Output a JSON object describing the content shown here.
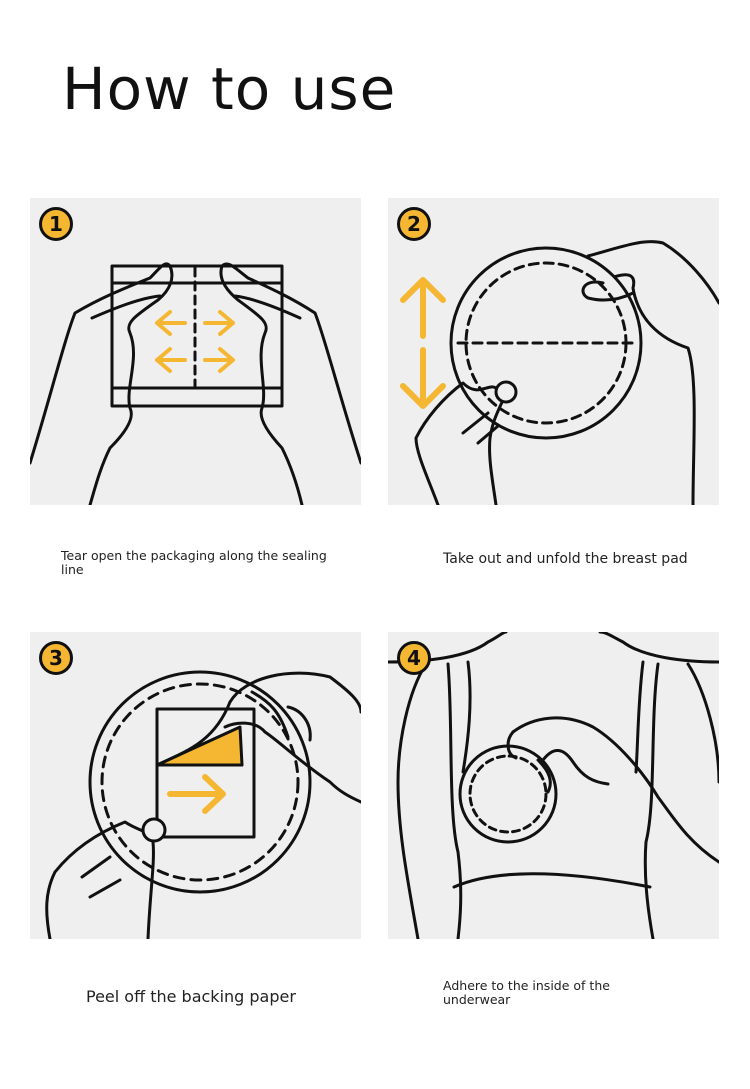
{
  "page": {
    "title": "How to use"
  },
  "colors": {
    "accent": "#f5b731",
    "panel_bg": "#efefef",
    "line": "#111111"
  },
  "steps": [
    {
      "number": "1",
      "caption": "Tear open the packaging along the sealing line"
    },
    {
      "number": "2",
      "caption": "Take out and unfold the breast pad"
    },
    {
      "number": "3",
      "caption": "Peel off the backing paper"
    },
    {
      "number": "4",
      "caption": "Adhere to the inside of the underwear"
    }
  ]
}
